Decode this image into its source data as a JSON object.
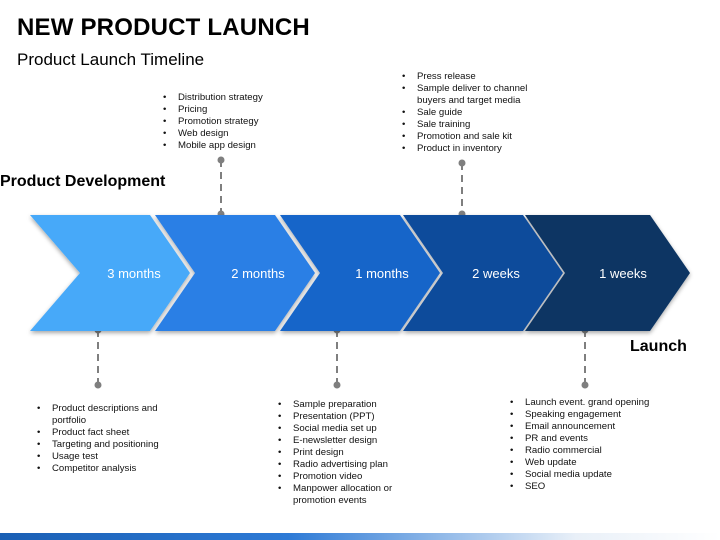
{
  "header": {
    "title": "NEW PRODUCT LAUNCH",
    "subtitle": "Product Launch Timeline"
  },
  "labels": {
    "start": "Product Development",
    "end": "Launch"
  },
  "colors": {
    "stage1": "#47a9f9",
    "stage2": "#2b7fe5",
    "stage3": "#1565c9",
    "stage4": "#0e4b9b",
    "stage5": "#0a3563",
    "connector": "#7f7f7f",
    "footer": "#1a5fb4"
  },
  "stages": [
    {
      "duration": "3 months"
    },
    {
      "duration": "2 months"
    },
    {
      "duration": "1 months"
    },
    {
      "duration": "2 weeks"
    },
    {
      "duration": "1 weeks"
    }
  ],
  "callouts": {
    "top_stage2": [
      "Distribution strategy",
      "Pricing",
      "Promotion strategy",
      "Web design",
      "Mobile app design"
    ],
    "top_stage4": [
      "Press release",
      "Sample deliver to channel buyers and target media",
      "Sale guide",
      "Sale training",
      "Promotion and sale kit",
      "Product in inventory"
    ],
    "bottom_stage1": [
      "Product descriptions and portfolio",
      "Product fact sheet",
      "Targeting and positioning",
      "Usage test",
      "Competitor analysis"
    ],
    "bottom_stage3": [
      "Sample preparation",
      "Presentation (PPT)",
      "Social media set up",
      "E-newsletter design",
      "Print design",
      "Radio advertising plan",
      "Promotion video",
      "Manpower allocation or promotion events"
    ],
    "bottom_stage5": [
      "Launch event. grand opening",
      "Speaking engagement",
      "Email announcement",
      "PR and events",
      "Radio commercial",
      "Web update",
      "Social media update",
      "SEO"
    ]
  }
}
